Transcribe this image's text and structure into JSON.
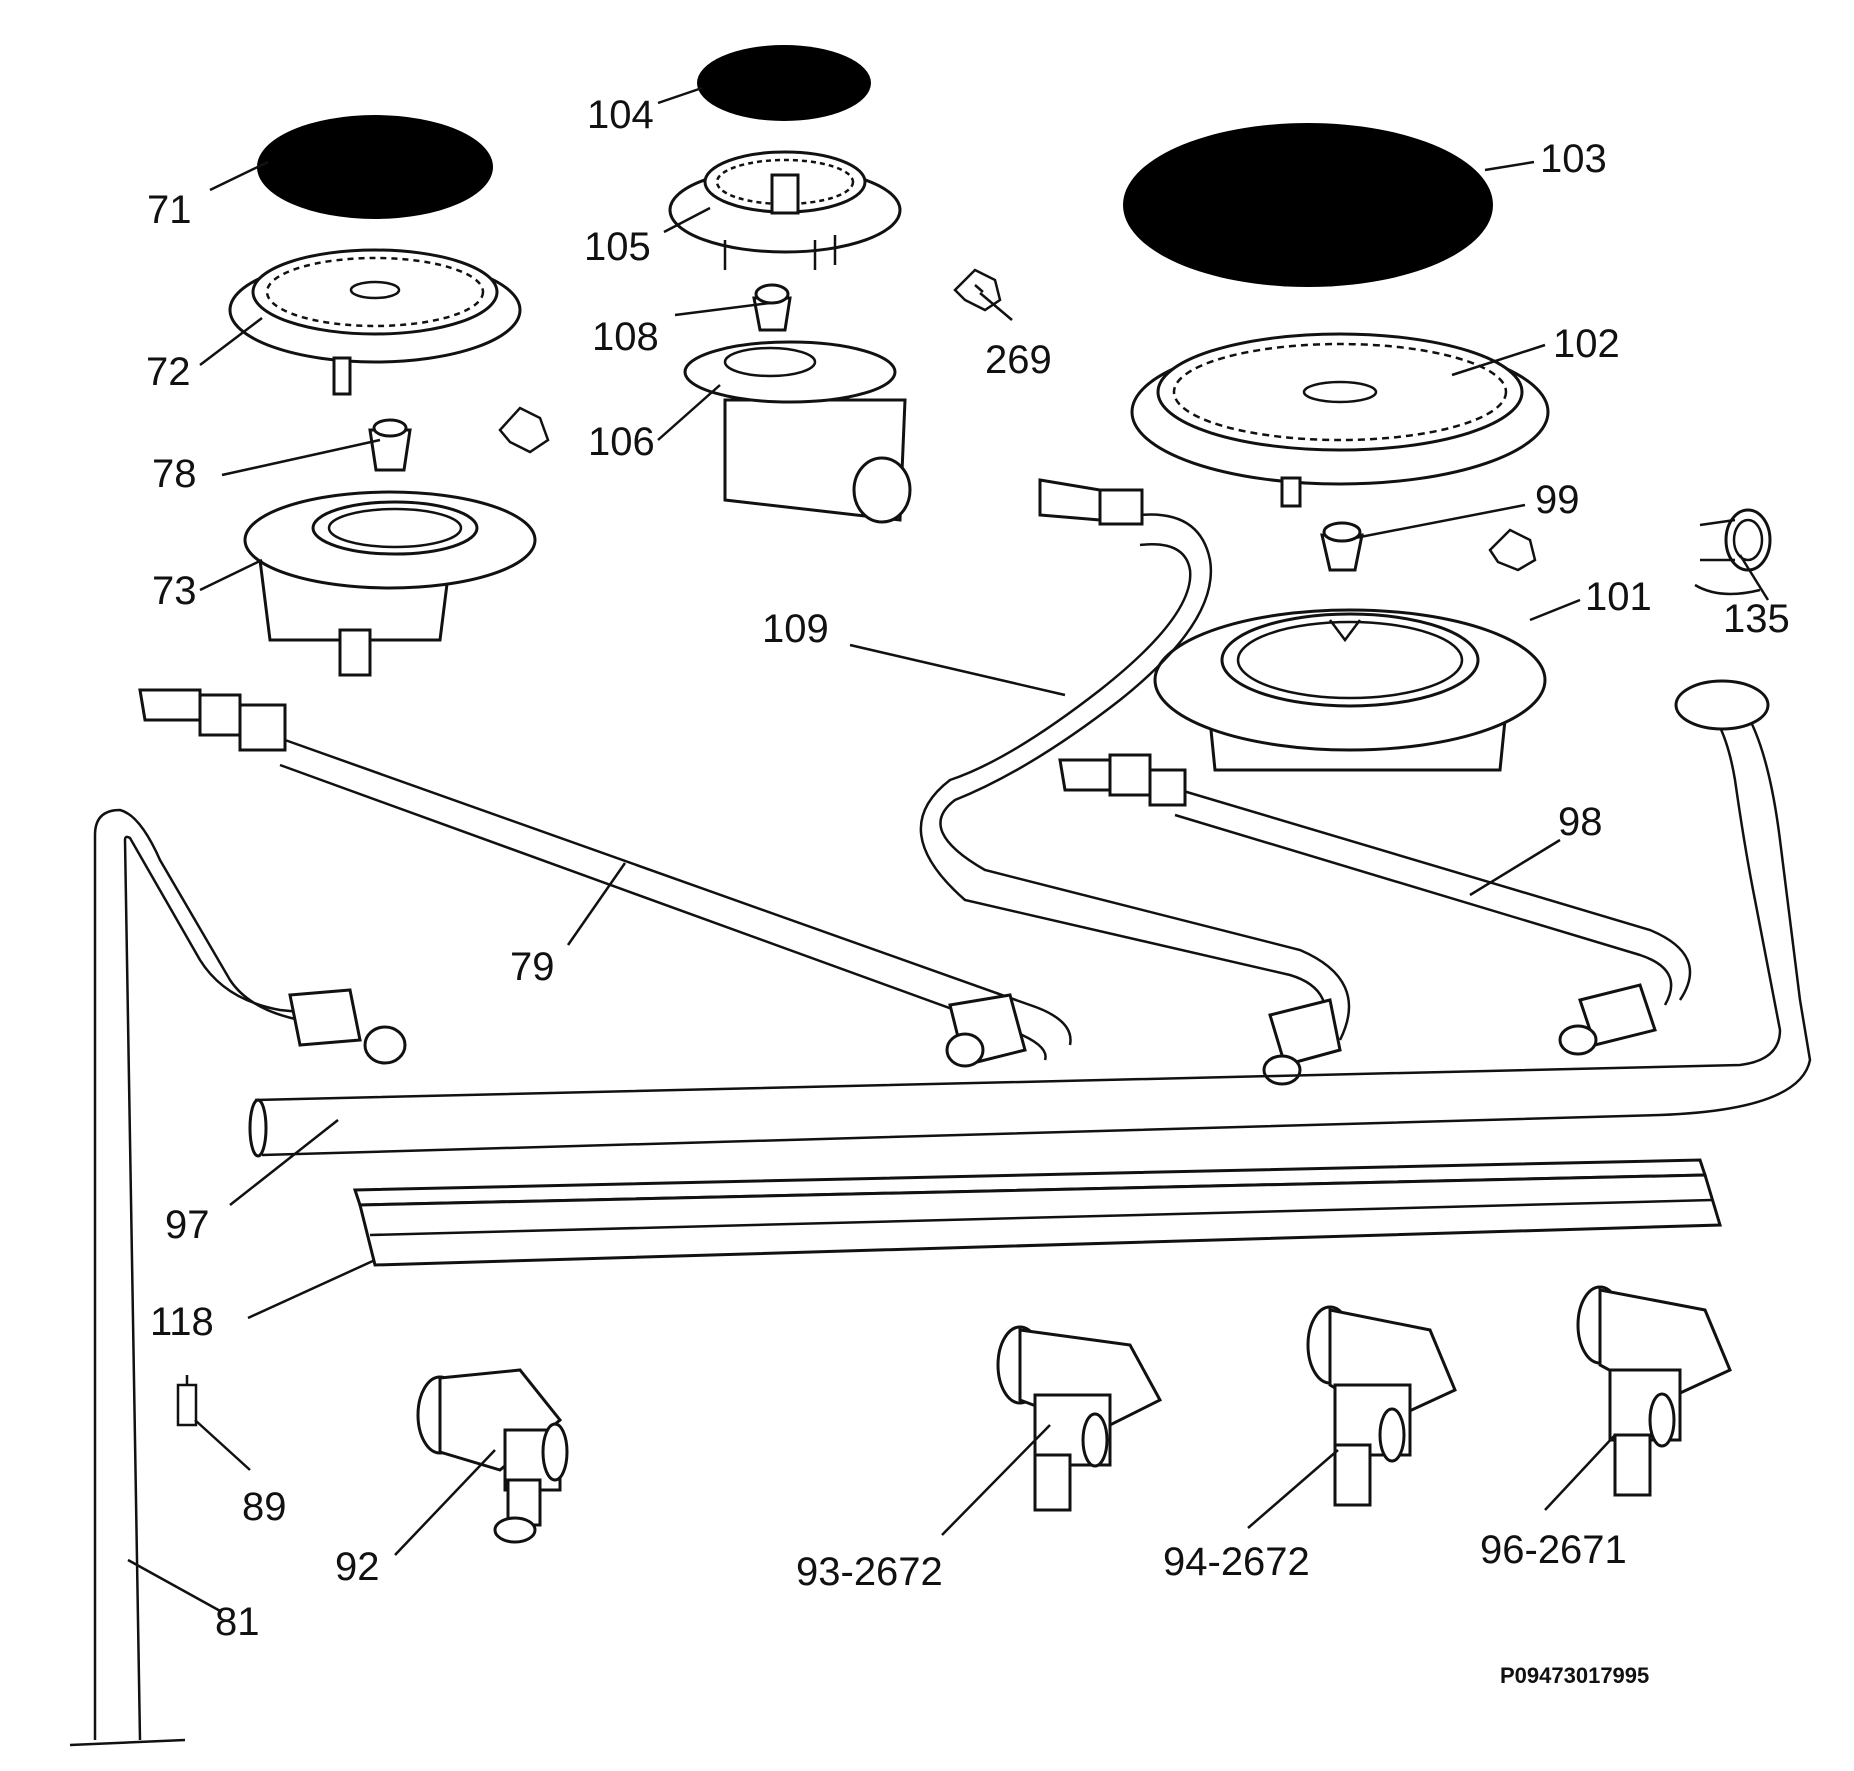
{
  "callouts": [
    {
      "id": "71"
    },
    {
      "id": "72"
    },
    {
      "id": "78"
    },
    {
      "id": "73"
    },
    {
      "id": "104"
    },
    {
      "id": "105"
    },
    {
      "id": "108"
    },
    {
      "id": "106"
    },
    {
      "id": "269"
    },
    {
      "id": "103"
    },
    {
      "id": "102"
    },
    {
      "id": "99"
    },
    {
      "id": "101"
    },
    {
      "id": "135"
    },
    {
      "id": "109"
    },
    {
      "id": "79"
    },
    {
      "id": "98"
    },
    {
      "id": "97"
    },
    {
      "id": "118"
    },
    {
      "id": "89"
    },
    {
      "id": "92"
    },
    {
      "id": "93-2672"
    },
    {
      "id": "94-2672"
    },
    {
      "id": "96-2671"
    },
    {
      "id": "81"
    }
  ],
  "diagram_code": "P09473017995"
}
